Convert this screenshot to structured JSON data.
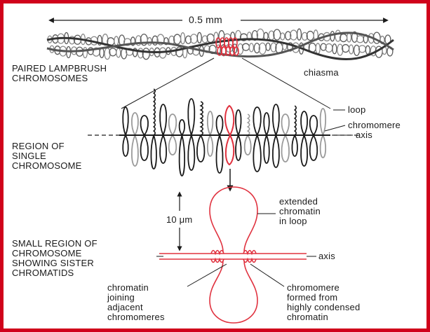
{
  "colors": {
    "border": "#d0021b",
    "highlight": "#e0323f",
    "ink": "#1a1a1a",
    "grey": "#7a7a7a"
  },
  "scale_label": "0.5 mm",
  "paired_label": [
    "PAIRED LAMPBRUSH",
    "CHROMOSOMES"
  ],
  "chiasma_label": "chiasma",
  "region_label": [
    "REGION OF",
    "SINGLE",
    "CHROMOSOME"
  ],
  "loop_label": "loop",
  "chromomere_label": "chromomere",
  "axis_label_top": "axis",
  "micron_label": "10 μm",
  "extended_label": [
    "extended",
    "chromatin",
    "in loop"
  ],
  "small_region_label": [
    "SMALL REGION OF",
    "CHROMOSOME",
    "SHOWING SISTER",
    "CHROMATIDS"
  ],
  "axis_label_bottom": "axis",
  "chromatin_join_label": [
    "chromatin",
    "joining",
    "adjacent",
    "chromomeres"
  ],
  "chromomere_formed_label": [
    "chromomere",
    "formed from",
    "highly condensed",
    "chromatin"
  ]
}
